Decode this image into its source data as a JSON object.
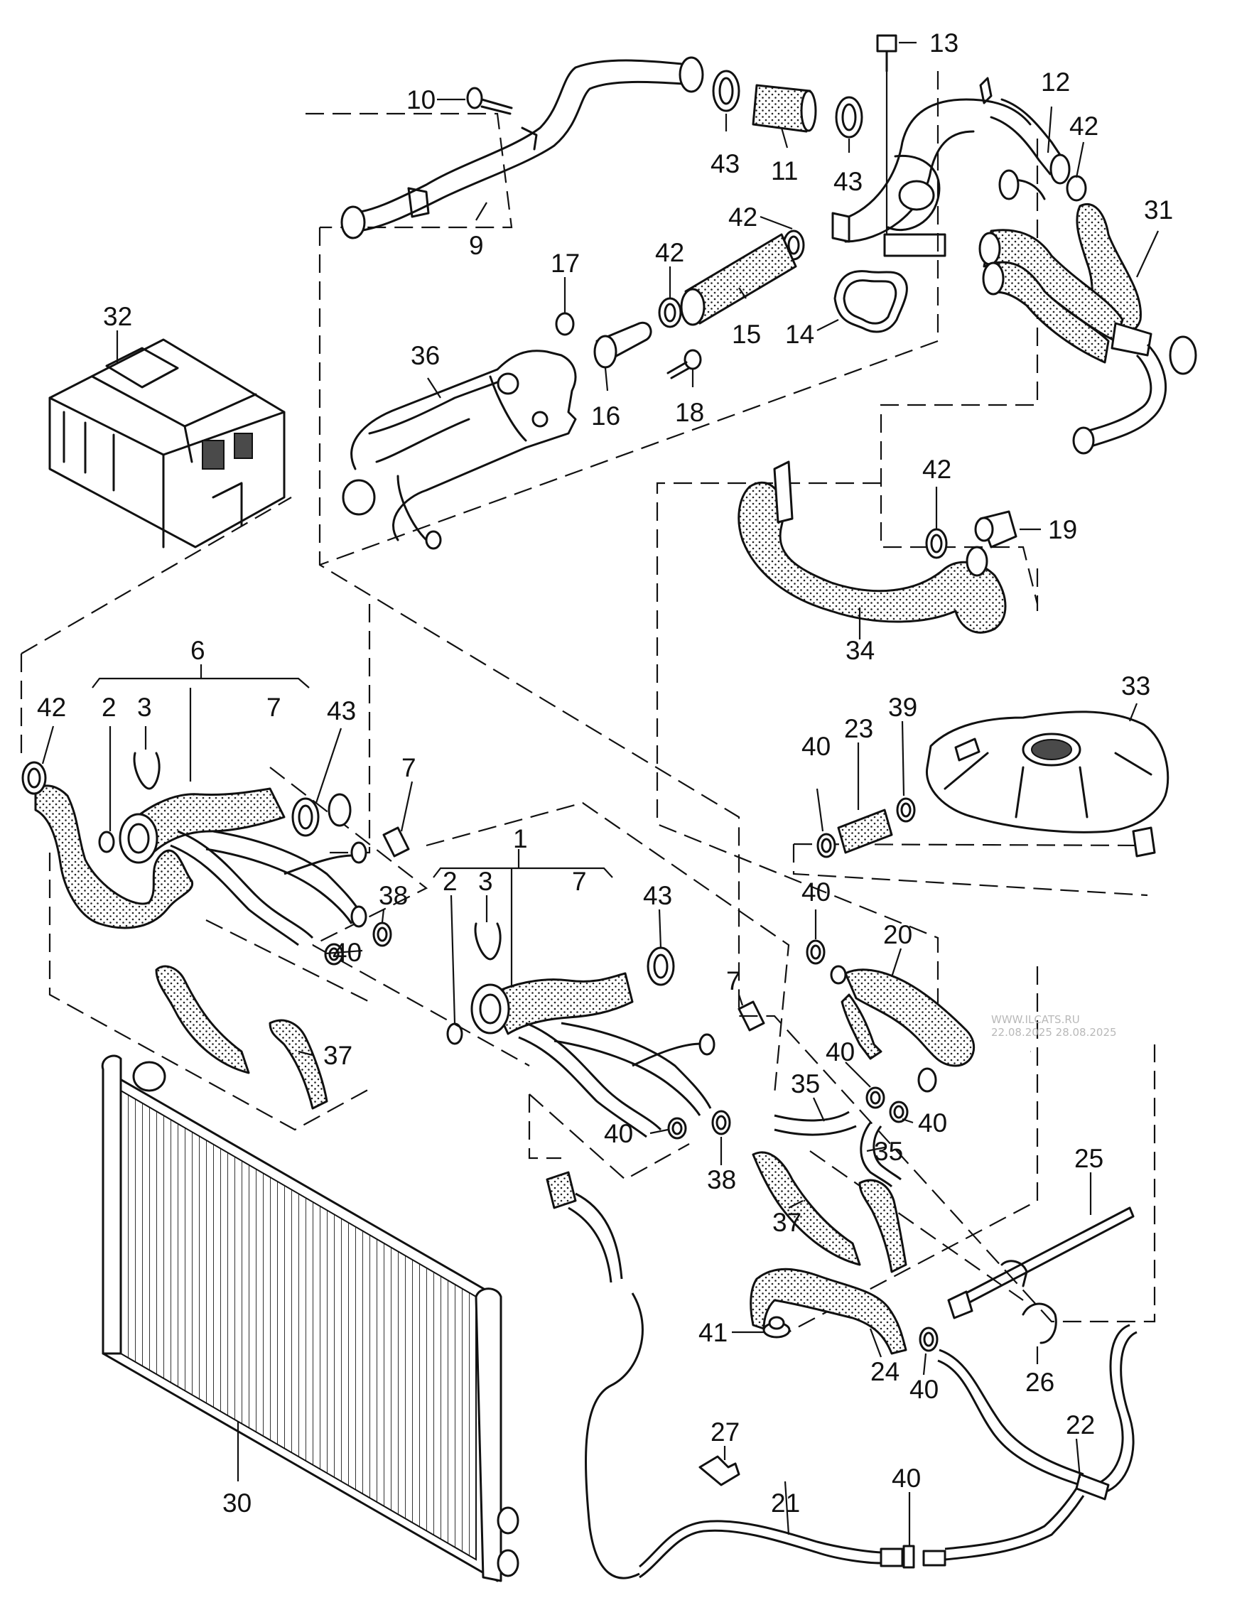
{
  "diagram": {
    "labels": [
      {
        "text": "13"
      },
      {
        "text": "10"
      },
      {
        "text": "12"
      },
      {
        "text": "42"
      },
      {
        "text": "43"
      },
      {
        "text": "11"
      },
      {
        "text": "43"
      },
      {
        "text": "31"
      },
      {
        "text": "9"
      },
      {
        "text": "42"
      },
      {
        "text": "17"
      },
      {
        "text": "42"
      },
      {
        "text": "15"
      },
      {
        "text": "14"
      },
      {
        "text": "32"
      },
      {
        "text": "36"
      },
      {
        "text": "16"
      },
      {
        "text": "18"
      },
      {
        "text": "42"
      },
      {
        "text": "19"
      },
      {
        "text": "34"
      },
      {
        "text": "6"
      },
      {
        "text": "42"
      },
      {
        "text": "2"
      },
      {
        "text": "3"
      },
      {
        "text": "7"
      },
      {
        "text": "43"
      },
      {
        "text": "33"
      },
      {
        "text": "40"
      },
      {
        "text": "23"
      },
      {
        "text": "39"
      },
      {
        "text": "7"
      },
      {
        "text": "1"
      },
      {
        "text": "38"
      },
      {
        "text": "2"
      },
      {
        "text": "3"
      },
      {
        "text": "7"
      },
      {
        "text": "43"
      },
      {
        "text": "40"
      },
      {
        "text": "20"
      },
      {
        "text": "40"
      },
      {
        "text": "7"
      },
      {
        "text": "37"
      },
      {
        "text": "40"
      },
      {
        "text": "35"
      },
      {
        "text": "40"
      },
      {
        "text": "35"
      },
      {
        "text": "40"
      },
      {
        "text": "38"
      },
      {
        "text": "37"
      },
      {
        "text": "25"
      },
      {
        "text": "41"
      },
      {
        "text": "24"
      },
      {
        "text": "26"
      },
      {
        "text": "40"
      },
      {
        "text": "22"
      },
      {
        "text": "27"
      },
      {
        "text": "30"
      },
      {
        "text": "21"
      },
      {
        "text": "40"
      }
    ],
    "watermark": {
      "line1": "WWW.ILCATS.RU",
      "line2": "22.08.2025 28.08.2025"
    }
  }
}
